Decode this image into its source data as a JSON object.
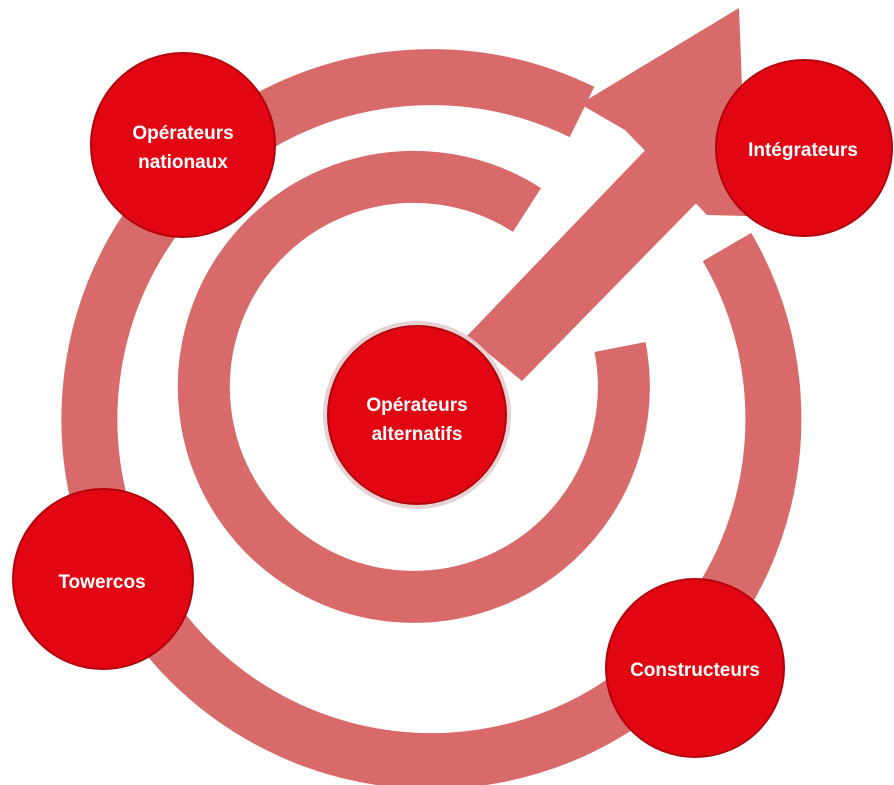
{
  "diagram": {
    "colors": {
      "ring": "#D96A6A",
      "node_fill": "#E20613",
      "node_stroke": "#B5000B",
      "label": "#FFFFFF"
    },
    "center": {
      "line1": "Opérateurs",
      "line2": "alternatifs"
    },
    "nodes": {
      "operateurs_nationaux": {
        "line1": "Opérateurs",
        "line2": "nationaux"
      },
      "integrateurs": {
        "label": "Intégrateurs"
      },
      "towercos": {
        "label": "Towercos"
      },
      "constructeurs": {
        "label": "Constructeurs"
      }
    }
  }
}
